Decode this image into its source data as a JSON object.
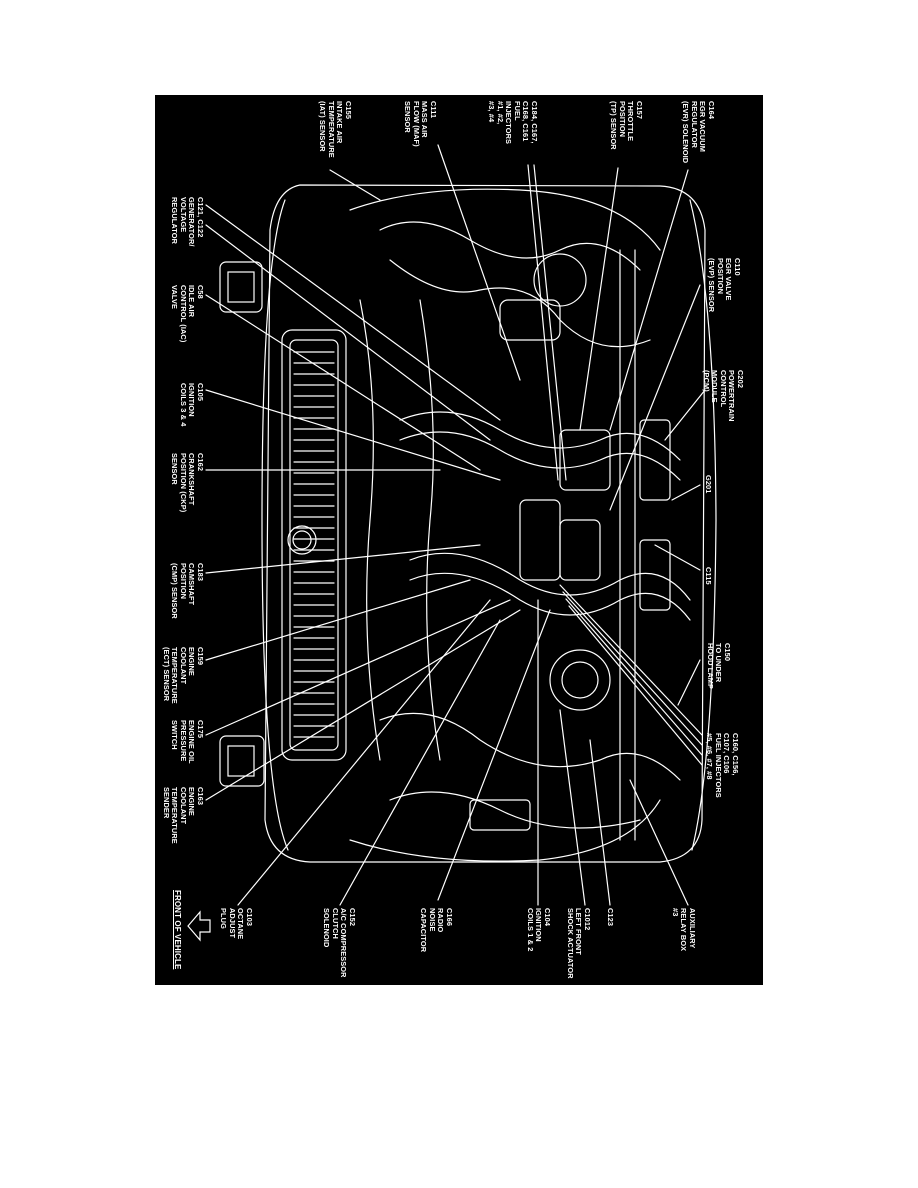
{
  "diagram": {
    "background_color": "#000000",
    "line_color": "#ffffff",
    "orientation": "rotated 90 degrees clockwise",
    "front_of_vehicle": "FRONT OF VEHICLE",
    "front_arrow_icon": "arrow-left-icon",
    "labels": [
      {
        "id": "c164",
        "lines": [
          "C164",
          "EGR VACUUM",
          "REGULATOR",
          "(EVR) SOLENOID"
        ]
      },
      {
        "id": "c157",
        "lines": [
          "C157",
          "THROTTLE",
          "POSITION",
          "(TP) SENSOR"
        ]
      },
      {
        "id": "c184",
        "lines": [
          "C184, C167,",
          "C168, C161",
          "FUEL",
          "INJECTORS",
          "#1, #2,",
          "#3, #4"
        ]
      },
      {
        "id": "c111",
        "lines": [
          "C111",
          "MASS AIR",
          "FLOW (MAF)",
          "SENSOR"
        ]
      },
      {
        "id": "c155",
        "lines": [
          "C155",
          "INTAKE AIR",
          "TEMPERATURE",
          "(IAT) SENSOR"
        ]
      },
      {
        "id": "c121",
        "lines": [
          "C121, C122",
          "GENERATOR/",
          "VOLTAGE",
          "REGULATOR"
        ]
      },
      {
        "id": "c58",
        "lines": [
          "C58",
          "IDLE AIR",
          "CONTROL (IAC)",
          "VALVE"
        ]
      },
      {
        "id": "c105",
        "lines": [
          "C105",
          "IGNITION",
          "COILS 3 & 4"
        ]
      },
      {
        "id": "c162",
        "lines": [
          "C162",
          "CRANKSHAFT",
          "POSITION (CKP)",
          "SENSOR"
        ]
      },
      {
        "id": "c183",
        "lines": [
          "C183",
          "CAMSHAFT",
          "POSITION",
          "(CMP) SENSOR"
        ]
      },
      {
        "id": "c159",
        "lines": [
          "C159",
          "ENGINE",
          "COOLANT",
          "TEMPERATURE",
          "(ECT) SENSOR"
        ]
      },
      {
        "id": "c175",
        "lines": [
          "C175",
          "ENGINE OIL",
          "PRESSURE",
          "SWITCH"
        ]
      },
      {
        "id": "c163",
        "lines": [
          "C163",
          "ENGINE",
          "COOLANT",
          "TEMPERATURE",
          "SENDER"
        ]
      },
      {
        "id": "c110",
        "lines": [
          "C110",
          "EGR VALVE",
          "POSITION",
          "(EVP) SENSOR"
        ]
      },
      {
        "id": "c202",
        "lines": [
          "C202",
          "POWERTRAIN",
          "CONTROL",
          "MODULE",
          "(PCM)"
        ]
      },
      {
        "id": "g201",
        "lines": [
          "G201"
        ]
      },
      {
        "id": "c115",
        "lines": [
          "C115"
        ]
      },
      {
        "id": "c150",
        "lines": [
          "C150",
          "TO UNDER",
          "HOOD LAMP"
        ]
      },
      {
        "id": "c160",
        "lines": [
          "C160, C156,",
          "C107, C106",
          "FUEL INJECTORS",
          "#5, #6, #7, #8"
        ]
      },
      {
        "id": "aux",
        "lines": [
          "AUXILIARY",
          "RELAY BOX",
          "#3"
        ]
      },
      {
        "id": "c123",
        "lines": [
          "C123"
        ]
      },
      {
        "id": "c1012",
        "lines": [
          "C1012",
          "LEFT FRONT",
          "SHOCK ACTUATOR"
        ]
      },
      {
        "id": "c104",
        "lines": [
          "C104",
          "IGNITION",
          "COILS 1 & 2"
        ]
      },
      {
        "id": "c166",
        "lines": [
          "C166",
          "RADIO",
          "NOISE",
          "CAPACITOR"
        ]
      },
      {
        "id": "c152",
        "lines": [
          "C152",
          "A/C COMPRESSOR",
          "CLUTCH",
          "SOLENOID"
        ]
      },
      {
        "id": "c103",
        "lines": [
          "C103",
          "OCTANE",
          "ADJUST",
          "PLUG"
        ]
      }
    ]
  }
}
